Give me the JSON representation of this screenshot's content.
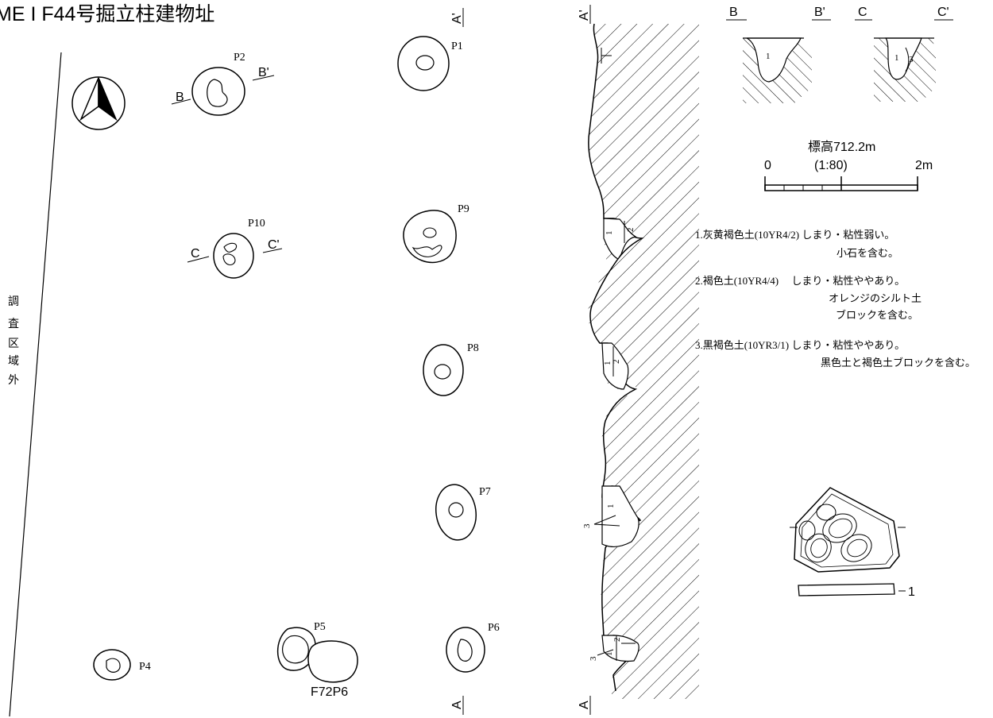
{
  "title": "ME I  F44号掘立柱建物址",
  "outside_area_label": [
    "調",
    "査",
    "区",
    "域",
    "外"
  ],
  "plan": {
    "pits": [
      "P1",
      "P2",
      "P4",
      "P5",
      "P6",
      "P7",
      "P8",
      "P9",
      "P10"
    ],
    "adjacent_feature": "F72P6",
    "section_markers": {
      "b": "B",
      "b_prime": "B'",
      "c": "C",
      "c_prime": "C'",
      "a": "A",
      "a_prime": "A'"
    }
  },
  "profile": {
    "endpoint_top": "A'",
    "endpoint_bottom": "A",
    "layer_labels": [
      "1",
      "2",
      "1",
      "2",
      "1",
      "3",
      "2",
      "1",
      "3"
    ]
  },
  "small_sections": [
    {
      "left": "B",
      "right": "B'",
      "layers": [
        "1"
      ]
    },
    {
      "left": "C",
      "right": "C'",
      "layers": [
        "1",
        "3"
      ]
    }
  ],
  "scale": {
    "elevation": "標高712.2m",
    "start": "0",
    "ratio": "(1:80)",
    "end": "2m"
  },
  "legend": [
    {
      "label": "1.灰黄褐色土(10YR4/2) しまり・粘性弱い。",
      "extra": [
        "小石を含む。"
      ]
    },
    {
      "label": "2.褐色土(10YR4/4)　 しまり・粘性ややあり。",
      "extra": [
        "オレンジのシルト土",
        "ブロックを含む。"
      ]
    },
    {
      "label": "3.黒褐色土(10YR3/1)  しまり・粘性ややあり。",
      "extra": [
        "黒色土と褐色土ブロックを含む。"
      ]
    }
  ],
  "artifact": {
    "number": "1"
  }
}
